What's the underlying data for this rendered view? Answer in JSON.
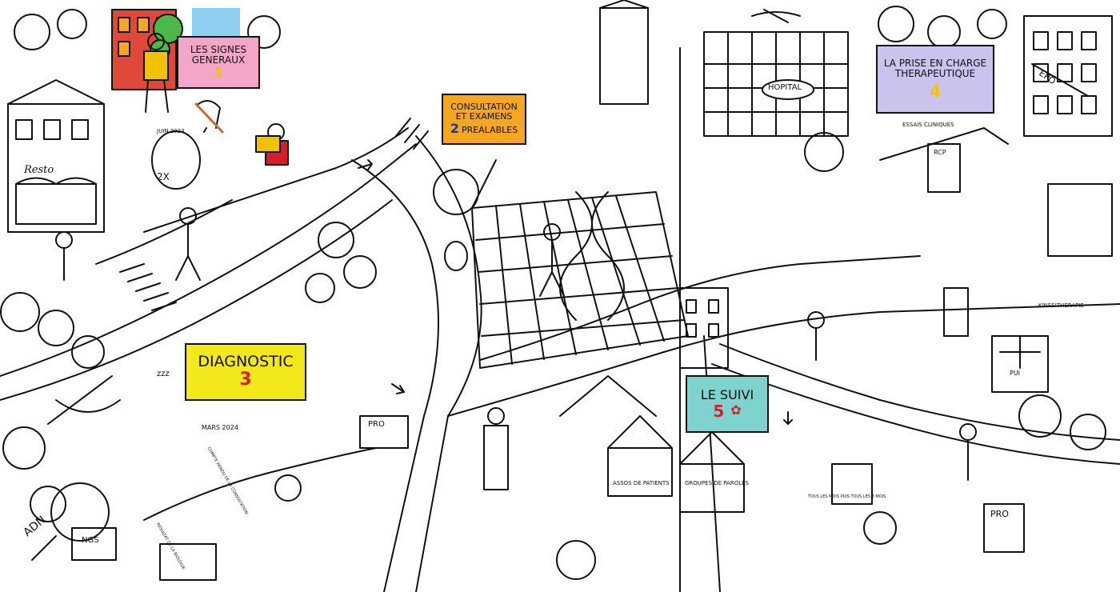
{
  "signs": {
    "s1": {
      "title": "LES SIGNES GENERAUX",
      "number": "1",
      "color": "#f4a6c8",
      "number_color": "#f2c200"
    },
    "s2": {
      "title_line1": "CONSULTATION",
      "title_line2": "ET EXAMENS",
      "title_line3": "PREALABLES",
      "number": "2",
      "color": "#f5a623",
      "number_color": "#1b3a8c"
    },
    "s3": {
      "title": "DIAGNOSTIC",
      "number": "3",
      "color": "#f2e81a",
      "number_color": "#d61e2b"
    },
    "s4": {
      "title_line1": "LA PRISE EN CHARGE",
      "title_line2": "THERAPEUTIQUE",
      "number": "4",
      "color": "#c9c3ee",
      "number_color": "#f2c200"
    },
    "s5": {
      "title": "LE SUIVI",
      "number": "5",
      "color": "#7fd3cf",
      "number_color": "#d61e2b"
    }
  },
  "labels": {
    "resto": "Resto",
    "hopital": "HOPITAL",
    "adn": "ADN",
    "ngs": "NGS",
    "pro1": "PRO",
    "pro2": "PRO",
    "rcp": "RCP",
    "pui": "PUI",
    "essais": "ESSAIS CLINIQUES",
    "epo": "EPO",
    "juin": "JUIN 2023",
    "mars": "MARS 2024",
    "assos": "ASSOS DE PATIENTS",
    "groupes": "GROUPES DE PAROLES",
    "tous": "TOUS LES MOIS PUIS TOUS LES 3 MOIS",
    "kinesitherapie": "KINESITHERAPIE",
    "x2": "2X",
    "zzz": "zzz",
    "compte_rendu": "COMPTE RENDU DE LA CONSULTATION",
    "resultat": "RESULTAT DE LA BIOLOGIE"
  },
  "colors": {
    "ink": "#111111",
    "shirt_yellow": "#f2c200",
    "shirt_red": "#d61e2b",
    "house_red": "#e0483a",
    "house_yellow": "#f5a623",
    "tree_green": "#4cb848",
    "sky_blue": "#8fd0f0",
    "dog_brown": "#c8693c"
  }
}
